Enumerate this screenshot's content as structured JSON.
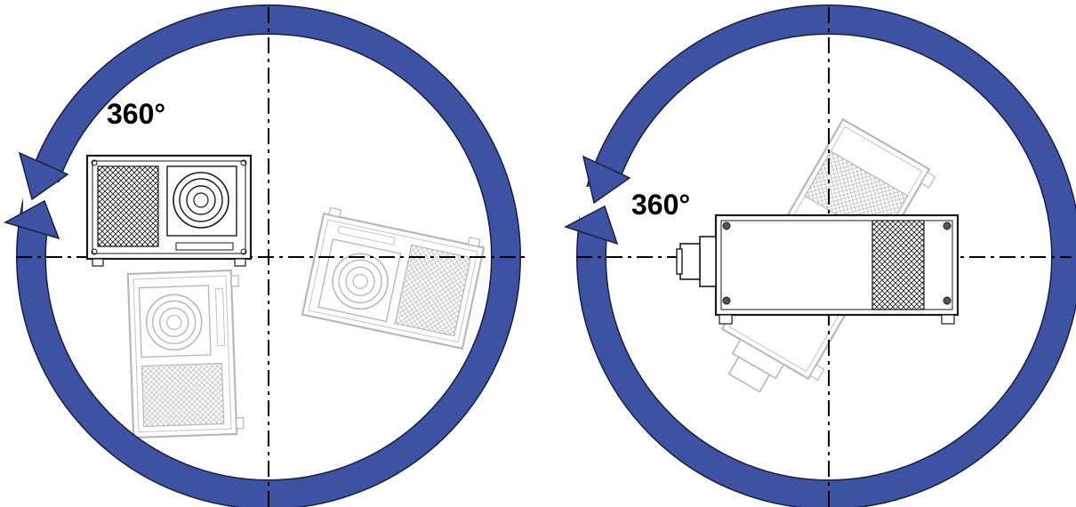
{
  "colors": {
    "ring": "#3d52a3",
    "ring_outline": "#1a1f3d",
    "axis": "#000000",
    "projector_line": "#1a1a1a",
    "projector_ghost": "#b8b8b8",
    "background": "#ffffff"
  },
  "panels": [
    {
      "name": "roll-rotation",
      "angle_label": "360°",
      "projector_view": "front-view-with-lens"
    },
    {
      "name": "pitch-rotation",
      "angle_label": "360°",
      "projector_view": "side-view-with-lens"
    }
  ],
  "icons": {
    "rotation_arrow": "counterclockwise-arrow-icon",
    "projector": "projector-icon"
  }
}
